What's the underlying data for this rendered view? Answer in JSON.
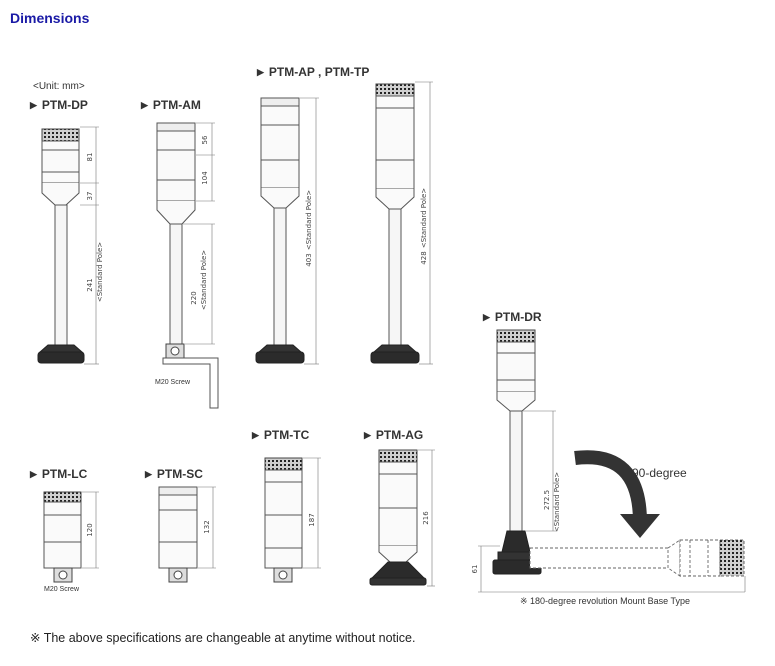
{
  "page": {
    "title": "Dimensions",
    "unit": "<Unit: mm>",
    "footnote": "※ The above specifications are changeable at anytime without notice."
  },
  "models": {
    "dp": "PTM-DP",
    "am": "PTM-AM",
    "ap_tp": "PTM-AP , PTM-TP",
    "dr": "PTM-DR",
    "lc": "PTM-LC",
    "sc": "PTM-SC",
    "tc": "PTM-TC",
    "ag": "PTM-AG"
  },
  "labels": {
    "m20_screw_am": "M20 Screw",
    "m20_screw_lc": "M20 Screw",
    "rotation": "90-degree",
    "mount_base_note": "※ 180-degree revolution Mount Base Type",
    "standard_pole": "<Standard Pole>"
  },
  "dimensions": {
    "dp": {
      "head": "81",
      "neck": "37",
      "pole": "241"
    },
    "am": {
      "head": "56",
      "neck": "104",
      "pole": "220"
    },
    "ap": {
      "total": "403"
    },
    "tp": {
      "total": "428"
    },
    "dr": {
      "pole": "272.5",
      "base": "61"
    },
    "lc": {
      "height": "120"
    },
    "sc": {
      "height": "132"
    },
    "tc": {
      "height": "187"
    },
    "ag": {
      "height": "216"
    }
  },
  "colors": {
    "title": "#1a1aa6",
    "line": "#555555",
    "base": "#2b2b2b"
  }
}
